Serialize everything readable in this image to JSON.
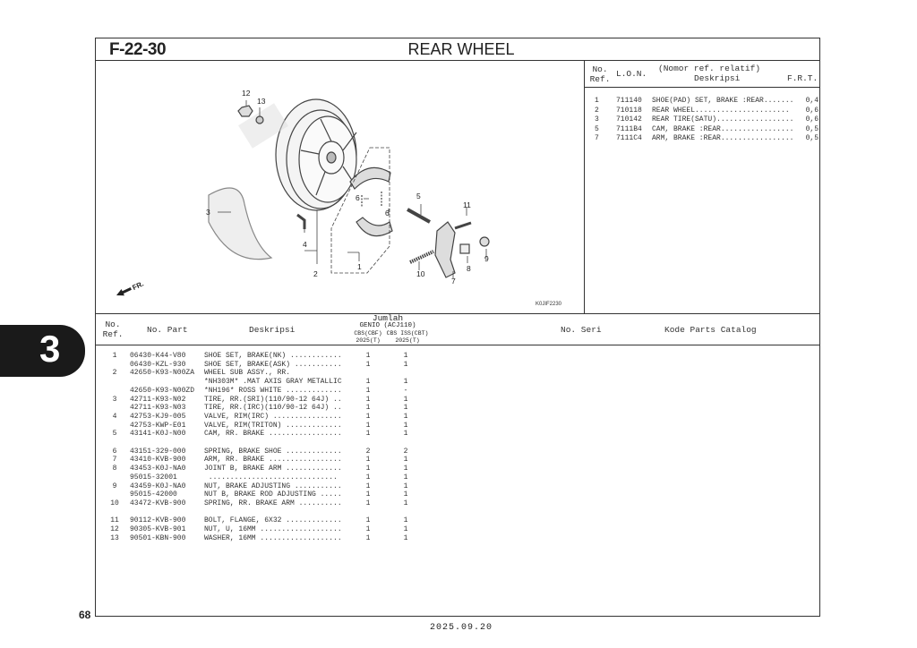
{
  "header": {
    "code": "F-22-30",
    "title": "REAR WHEEL"
  },
  "side_tab": {
    "number": "3"
  },
  "page_number": "68",
  "footer_date": "2025.09.20",
  "diagram": {
    "figure_code": "K0JIF2230",
    "front_arrow_label": "FR.",
    "callouts": [
      "12",
      "13",
      "3",
      "4",
      "2",
      "6",
      "6",
      "1",
      "5",
      "11",
      "10",
      "7",
      "8",
      "9"
    ]
  },
  "labor_table": {
    "headers": {
      "ref": "No.\nRef.",
      "lon": "L.O.N.",
      "desc_top": "(Nomor ref. relatif)",
      "desc": "Deskripsi",
      "frt": "F.R.T."
    },
    "rows": [
      {
        "ref": "1",
        "lon": "711140",
        "desc": "SHOE(PAD) SET, BRAKE :REAR.......",
        "frt": "0,4"
      },
      {
        "ref": "2",
        "lon": "710118",
        "desc": "REAR WHEEL......................",
        "frt": "0,6"
      },
      {
        "ref": "3",
        "lon": "710142",
        "desc": "REAR TIRE(SATU)..................",
        "frt": "0,6"
      },
      {
        "ref": "5",
        "lon": "7111B4",
        "desc": "CAM, BRAKE :REAR.................",
        "frt": "0,5"
      },
      {
        "ref": "7",
        "lon": "7111C4",
        "desc": "ARM, BRAKE :REAR.................",
        "frt": "0,5"
      }
    ]
  },
  "parts_table": {
    "headers": {
      "ref": "No.\nRef.",
      "part": "No. Part",
      "desc": "Deskripsi",
      "qty_title": "Jumlah",
      "model": "GENIO (ACJ110)",
      "variant1": "CBS(CBF)",
      "variant2": "CBS ISS(CBT)",
      "year1": "2025(T)",
      "year2": "2025(T)",
      "serial": "No. Seri",
      "catalog": "Kode Parts Catalog"
    },
    "groups": [
      [
        {
          "ref": "1",
          "part": "06430-K44-V80",
          "desc": "SHOE SET, BRAKE(NK) ............",
          "q1": "1",
          "q2": "1"
        },
        {
          "ref": "",
          "part": "06430-KZL-930",
          "desc": "SHOE SET, BRAKE(ASK) ...........",
          "q1": "1",
          "q2": "1"
        },
        {
          "ref": "2",
          "part": "42650-K93-N00ZA",
          "desc": "WHEEL SUB ASSY., RR.",
          "q1": "",
          "q2": ""
        },
        {
          "ref": "",
          "part": "",
          "desc": "*NH303M* .MAT AXIS GRAY METALLIC",
          "q1": "1",
          "q2": "1"
        },
        {
          "ref": "",
          "part": "42650-K93-N00ZD",
          "desc": "*NH196* ROSS WHITE .............",
          "q1": "1",
          "q2": "-"
        },
        {
          "ref": "3",
          "part": "42711-K93-N02",
          "desc": "TIRE, RR.(SRI)(110/90-12 64J) ..",
          "q1": "1",
          "q2": "1"
        },
        {
          "ref": "",
          "part": "42711-K93-N03",
          "desc": "TIRE, RR.(IRC)(110/90-12 64J) ..",
          "q1": "1",
          "q2": "1"
        },
        {
          "ref": "4",
          "part": "42753-KJ9-005",
          "desc": "VALVE, RIM(IRC) ................",
          "q1": "1",
          "q2": "1"
        },
        {
          "ref": "",
          "part": "42753-KWP-E01",
          "desc": "VALVE, RIM(TRITON) .............",
          "q1": "1",
          "q2": "1"
        },
        {
          "ref": "5",
          "part": "43141-K0J-N00",
          "desc": "CAM, RR. BRAKE .................",
          "q1": "1",
          "q2": "1"
        }
      ],
      [
        {
          "ref": "6",
          "part": "43151-329-000",
          "desc": "SPRING, BRAKE SHOE .............",
          "q1": "2",
          "q2": "2"
        },
        {
          "ref": "7",
          "part": "43410-KVB-900",
          "desc": "ARM, RR. BRAKE .................",
          "q1": "1",
          "q2": "1"
        },
        {
          "ref": "8",
          "part": "43453-K0J-NA0",
          "desc": "JOINT B, BRAKE ARM .............",
          "q1": "1",
          "q2": "1"
        },
        {
          "ref": "",
          "part": "95015-32001",
          "desc": " ..............................",
          "q1": "1",
          "q2": "1"
        },
        {
          "ref": "9",
          "part": "43459-K0J-NA0",
          "desc": "NUT, BRAKE ADJUSTING ...........",
          "q1": "1",
          "q2": "1"
        },
        {
          "ref": "",
          "part": "95015-42000",
          "desc": "NUT B, BRAKE ROD ADJUSTING .....",
          "q1": "1",
          "q2": "1"
        },
        {
          "ref": "10",
          "part": "43472-KVB-900",
          "desc": "SPRING, RR. BRAKE ARM ..........",
          "q1": "1",
          "q2": "1"
        }
      ],
      [
        {
          "ref": "11",
          "part": "90112-KVB-900",
          "desc": "BOLT, FLANGE, 6X32 .............",
          "q1": "1",
          "q2": "1"
        },
        {
          "ref": "12",
          "part": "90305-KVB-901",
          "desc": "NUT, U, 16MM ...................",
          "q1": "1",
          "q2": "1"
        },
        {
          "ref": "13",
          "part": "90501-KBN-900",
          "desc": "WASHER, 16MM ...................",
          "q1": "1",
          "q2": "1"
        }
      ]
    ]
  }
}
